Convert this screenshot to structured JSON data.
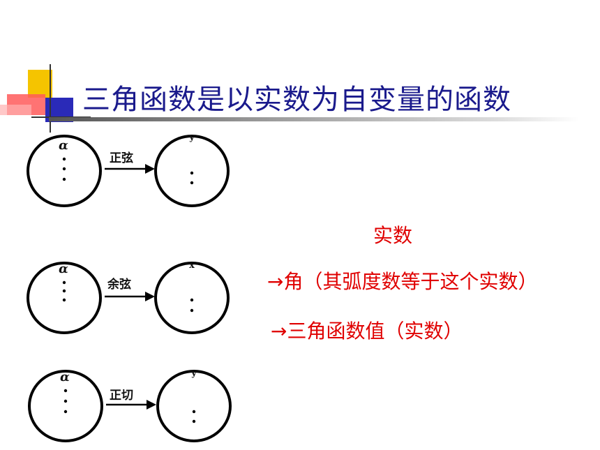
{
  "slide": {
    "title": "三角函数是以实数为自变量的函数"
  },
  "mappings": [
    {
      "label": "正弦",
      "domain_symbol": "α",
      "codomain_symbol": "y"
    },
    {
      "label": "余弦",
      "domain_symbol": "α",
      "codomain_symbol": "x"
    },
    {
      "label": "正切",
      "domain_symbol": "α",
      "codomain_symbol": "y"
    }
  ],
  "explanation": {
    "line1": "实数",
    "line2": "→角（其弧度数等于这个实数）",
    "line3": "→三角函数值（实数）"
  },
  "colors": {
    "title": "#1a1a8c",
    "explanation": "#e00000"
  }
}
